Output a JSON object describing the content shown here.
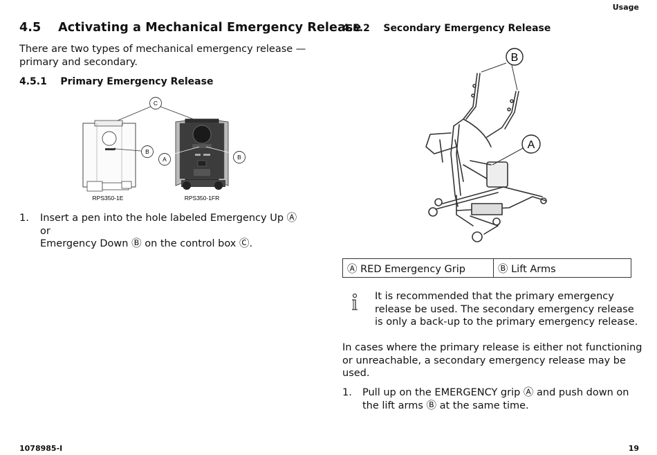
{
  "header": {
    "section": "Usage"
  },
  "footer": {
    "doc_number": "1078985-I",
    "page_number": "19"
  },
  "left": {
    "title": "4.5    Activating a Mechanical Emergency Release",
    "intro": [
      "There are two types of mechanical emergency release —",
      "primary and secondary."
    ],
    "sub_title": "4.5.1    Primary Emergency Release",
    "figure": {
      "callouts": {
        "c": "C",
        "b1": "B",
        "a": "A",
        "b2": "B"
      },
      "caption_left": "RPS350-1E",
      "caption_right": "RPS350-1FR"
    },
    "step": {
      "number": "1.",
      "lines": [
        "Insert a pen into the hole labeled Emergency Up Ⓐ or",
        "Emergency Down Ⓑ on the control box Ⓒ."
      ]
    }
  },
  "right": {
    "sub_title": "4.5.2    Secondary Emergency Release",
    "figure": {
      "callouts": {
        "b": "B",
        "a": "A"
      }
    },
    "legend": {
      "a": "Ⓐ RED Emergency Grip",
      "b": "Ⓑ Lift Arms"
    },
    "note": {
      "icon": "info-icon",
      "lines": [
        "It is recommended that the primary emergency",
        "release be used. The secondary emergency release",
        "is only a back-up to the primary emergency release."
      ]
    },
    "paragraph": [
      "In cases where the primary release is either not functioning",
      "or unreachable, a secondary emergency release may be",
      "used."
    ],
    "step": {
      "number": "1.",
      "lines": [
        "Pull up on the EMERGENCY grip Ⓐ and push down on",
        "the lift arms Ⓑ at the same time."
      ]
    }
  }
}
